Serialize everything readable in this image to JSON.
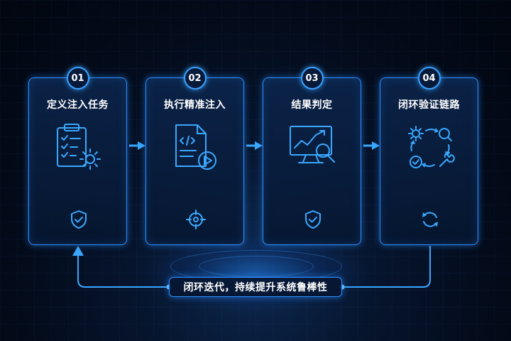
{
  "steps": [
    {
      "number": "01",
      "title": "定义注入任务",
      "icon": "clipboard-checklist-gear-icon",
      "bottom_icon": "shield-check-icon"
    },
    {
      "number": "02",
      "title": "执行精准注入",
      "icon": "code-document-play-icon",
      "bottom_icon": "crosshair-target-icon"
    },
    {
      "number": "03",
      "title": "结果判定",
      "icon": "monitor-chart-magnifier-icon",
      "bottom_icon": "shield-check-icon"
    },
    {
      "number": "04",
      "title": "闭环验证链路",
      "icon": "cycle-gear-search-wrench-check-icon",
      "bottom_icon": "refresh-cycle-icon"
    }
  ],
  "loop_caption": "闭环迭代，持续提升系统鲁棒性",
  "colors": {
    "accent": "#2f8fff",
    "glow": "#3aa8ff",
    "background": "#030a18",
    "text": "#ffffff"
  }
}
